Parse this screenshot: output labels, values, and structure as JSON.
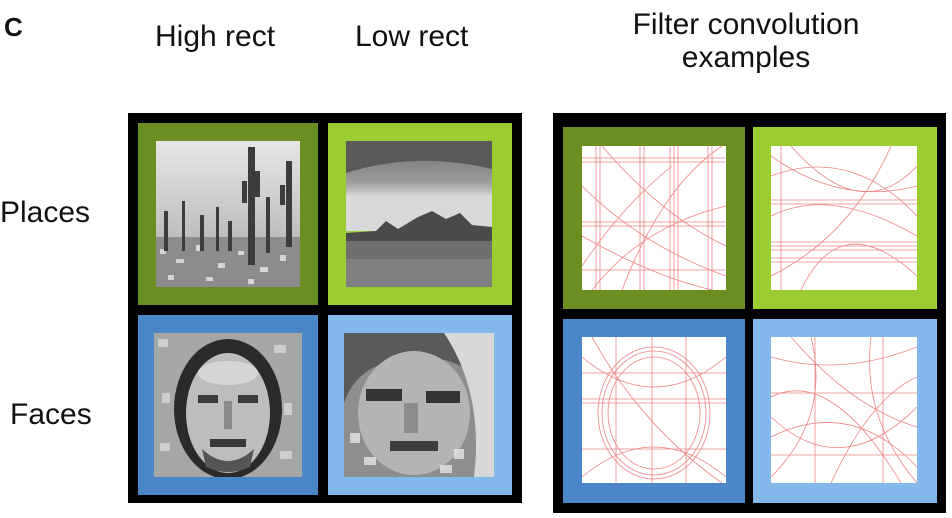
{
  "panel_label": "C",
  "column_headers": {
    "high_rect": "High rect",
    "low_rect": "Low rect",
    "filter_line1": "Filter convolution",
    "filter_line2": "examples"
  },
  "row_headers": {
    "places": "Places",
    "faces": "Faces"
  },
  "colors": {
    "places_high_border": "#6b8e23",
    "places_low_border": "#9acd32",
    "faces_high_border": "#4a86c8",
    "faces_low_border": "#85b8ea",
    "filter_stroke": "#e02020",
    "background_grid": "#000000"
  }
}
